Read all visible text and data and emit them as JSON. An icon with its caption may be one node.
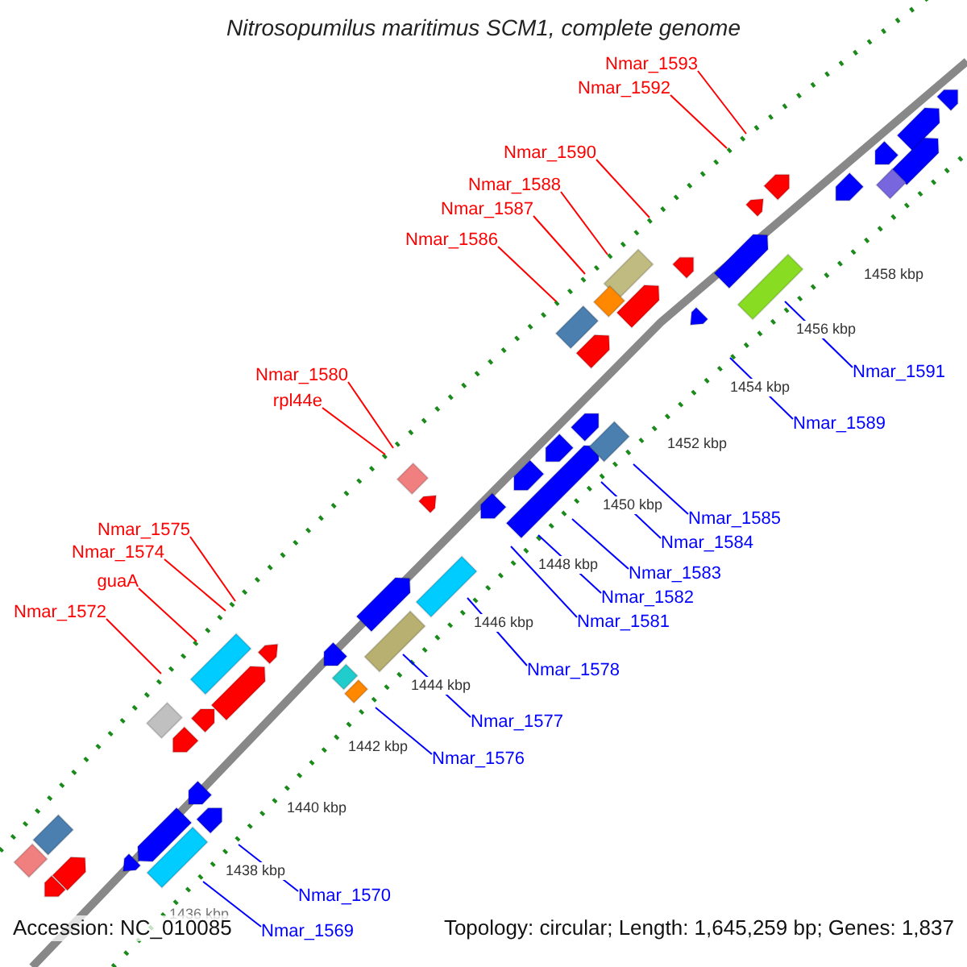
{
  "diagram": {
    "title": "Nitrosopumilus maritimus SCM1, complete genome",
    "nodes": [
      {
        "text": [
          "Nmar_1593"
        ]
      },
      {
        "text": [
          "Nmar_1592"
        ]
      },
      {
        "text": [
          "Nmar_1590"
        ]
      },
      {
        "text": [
          "Nmar_1588"
        ]
      },
      {
        "text": [
          "Nmar_1587"
        ]
      },
      {
        "text": [
          "Nmar_1586"
        ]
      },
      {
        "text": [
          "Nmar_1591"
        ]
      },
      {
        "text": [
          "Nmar_1580"
        ]
      },
      {
        "text": [
          "rpl44e"
        ]
      },
      {
        "text": [
          "Nmar_1589"
        ]
      },
      {
        "text": [
          "Nmar_1585"
        ]
      },
      {
        "text": [
          "Nmar_1575"
        ]
      },
      {
        "text": [
          "Nmar_1584"
        ]
      },
      {
        "text": [
          "Nmar_1574"
        ]
      },
      {
        "text": [
          "Nmar_1583"
        ]
      },
      {
        "text": [
          "guaA"
        ]
      },
      {
        "text": [
          "Nmar_1582"
        ]
      },
      {
        "text": [
          "Nmar_1572"
        ]
      },
      {
        "text": [
          "Nmar_1581"
        ]
      },
      {
        "text": [
          "Nmar_1578"
        ]
      },
      {
        "text": [
          "Nmar_1577"
        ]
      },
      {
        "text": [
          "Nmar_1576"
        ]
      },
      {
        "text": [
          "Nmar_1570"
        ]
      },
      {
        "text": [
          "Nmar_1569"
        ]
      }
    ],
    "edges": [
      {
        "from": 0,
        "to": null,
        "arrow": "none",
        "color": "#ff0000"
      },
      {
        "from": 1,
        "to": null,
        "arrow": "none",
        "color": "#ff0000"
      },
      {
        "from": 2,
        "to": null,
        "arrow": "none",
        "color": "#ff0000"
      },
      {
        "from": 3,
        "to": null,
        "arrow": "none",
        "color": "#ff0000"
      },
      {
        "from": 4,
        "to": null,
        "arrow": "none",
        "color": "#ff0000"
      },
      {
        "from": 5,
        "to": null,
        "arrow": "none",
        "color": "#ff0000"
      },
      {
        "from": 6,
        "to": null,
        "arrow": "none",
        "color": "#0000ff"
      },
      {
        "from": 7,
        "to": null,
        "arrow": "none",
        "color": "#ff0000"
      },
      {
        "from": 8,
        "to": null,
        "arrow": "none",
        "color": "#ff0000"
      },
      {
        "from": 9,
        "to": null,
        "arrow": "none",
        "color": "#0000ff"
      },
      {
        "from": 10,
        "to": null,
        "arrow": "none",
        "color": "#0000ff"
      },
      {
        "from": 11,
        "to": null,
        "arrow": "none",
        "color": "#ff0000"
      },
      {
        "from": 12,
        "to": null,
        "arrow": "none",
        "color": "#0000ff"
      },
      {
        "from": 13,
        "to": null,
        "arrow": "none",
        "color": "#ff0000"
      },
      {
        "from": 14,
        "to": null,
        "arrow": "none",
        "color": "#0000ff"
      },
      {
        "from": 15,
        "to": null,
        "arrow": "none",
        "color": "#ff0000"
      },
      {
        "from": 16,
        "to": null,
        "arrow": "none",
        "color": "#0000ff"
      },
      {
        "from": 17,
        "to": null,
        "arrow": "none",
        "color": "#ff0000"
      },
      {
        "from": 18,
        "to": null,
        "arrow": "none",
        "color": "#0000ff"
      },
      {
        "from": 19,
        "to": null,
        "arrow": "none",
        "color": "#0000ff"
      },
      {
        "from": 20,
        "to": null,
        "arrow": "none",
        "color": "#0000ff"
      },
      {
        "from": 21,
        "to": null,
        "arrow": "none",
        "color": "#0000ff"
      },
      {
        "from": 22,
        "to": null,
        "arrow": "none",
        "color": "#0000ff"
      },
      {
        "from": 23,
        "to": null,
        "arrow": "none",
        "color": "#0000ff"
      }
    ],
    "labels": [
      "1458 kbp",
      "1456 kbp",
      "1454 kbp",
      "1452 kbp",
      "1450 kbp",
      "1448 kbp",
      "1446 kbp",
      "1444 kbp",
      "1442 kbp",
      "1440 kbp",
      "1438 kbp",
      "1436 kbp",
      "Accession: NC_010085",
      "Topology: circular; Length: 1,645,259 bp; Genes: 1,837"
    ]
  }
}
